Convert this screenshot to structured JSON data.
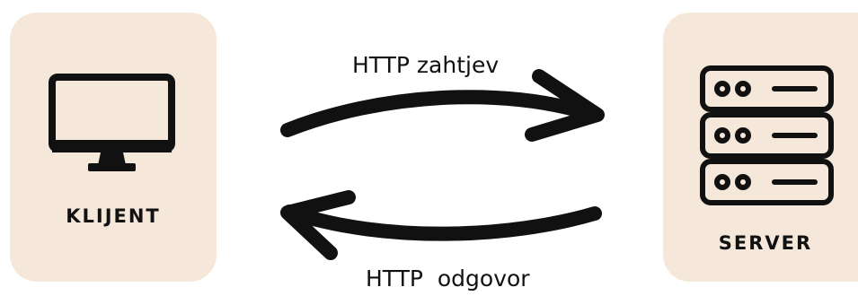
{
  "nodes": {
    "client": {
      "label": "KLIJENT",
      "icon": "monitor-icon"
    },
    "server": {
      "label": "SERVER",
      "icon": "server-rack-icon"
    }
  },
  "edges": {
    "request": {
      "label": "HTTP zahtjev",
      "direction": "client-to-server"
    },
    "response": {
      "label": "HTTP  odgovor",
      "direction": "server-to-client"
    }
  },
  "colors": {
    "panel": "#f5e8da",
    "ink": "#111111",
    "background": "#ffffff"
  }
}
